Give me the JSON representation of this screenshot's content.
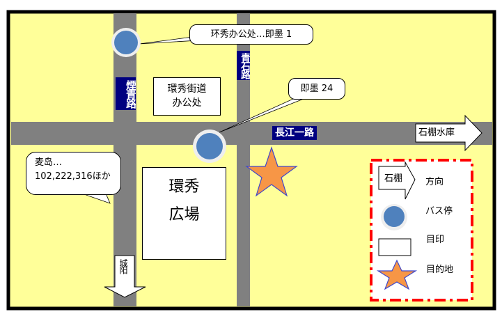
{
  "colors": {
    "land": "#FFFF99",
    "road": "#808080",
    "frame": "#000000",
    "bus_stop": "#4F81BD",
    "destination": "#F79646",
    "road_label_bg": "#000080",
    "legend_border": "#FF0000"
  },
  "roads": {
    "yanqing": "煙青路",
    "qingshi": "青石路",
    "changjiang": "長江一路"
  },
  "callouts": {
    "bus1": "环秀办公处…即墨 1",
    "bus2": "即墨 24",
    "bus3_line1": "麦岛…",
    "bus3_line2": "102,222,316ほか"
  },
  "landmarks": {
    "office_line1": "環秀街道",
    "office_line2": "办公处",
    "plaza_line1": "環秀",
    "plaza_line2": "広場"
  },
  "directions": {
    "east": "石棚水庫",
    "south": "城阳"
  },
  "legend": {
    "arrow_sample": "石棚",
    "direction": "方向",
    "bus_stop": "バス停",
    "landmark": "目印",
    "destination": "目的地"
  }
}
